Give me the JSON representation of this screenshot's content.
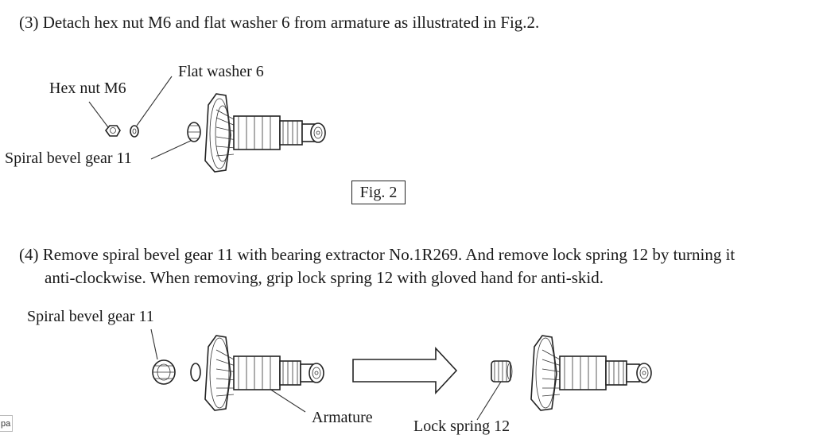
{
  "steps": {
    "step3": "(3) Detach hex nut M6 and flat washer 6 from armature as illustrated in Fig.2.",
    "step4_line1": "(4) Remove spiral bevel gear 11 with bearing extractor No.1R269. And remove lock spring 12 by turning it",
    "step4_line2": "anti-clockwise. When removing, grip  lock spring 12 with gloved hand for anti-skid."
  },
  "figure2": {
    "caption": "Fig. 2",
    "labels": {
      "hex_nut": "Hex nut M6",
      "flat_washer": "Flat washer 6",
      "spiral_bevel_gear": "Spiral bevel gear 11"
    }
  },
  "figure3": {
    "labels": {
      "spiral_bevel_gear": "Spiral bevel gear 11",
      "armature": "Armature",
      "lock_spring": "Lock spring 12"
    }
  },
  "corner_tag": "pa"
}
